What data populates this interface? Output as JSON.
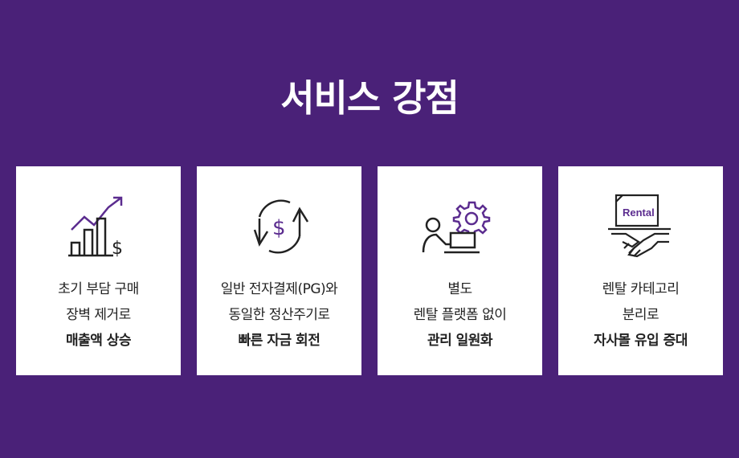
{
  "title": "서비스 강점",
  "cards": [
    {
      "icon": "rising-chart-dollar-icon",
      "lines": [
        "초기 부담 구매",
        "장벽 제거로"
      ],
      "strong": "매출액 상승"
    },
    {
      "icon": "circular-arrows-dollar-icon",
      "lines": [
        "일반 전자결제(PG)와",
        "동일한 정산주기로"
      ],
      "strong": "빠른 자금 회전"
    },
    {
      "icon": "person-laptop-gear-icon",
      "lines": [
        "별도",
        "렌탈 플랫폼 없이"
      ],
      "strong": "관리 일원화"
    },
    {
      "icon": "rental-handshake-icon",
      "lines": [
        "렌탈 카테고리",
        "분리로"
      ],
      "strong": "자사몰 유입 증대",
      "badge": "Rental"
    }
  ],
  "colors": {
    "background": "#4a2178",
    "accent": "#5b2c8f",
    "card": "#ffffff",
    "text": "#222222"
  }
}
